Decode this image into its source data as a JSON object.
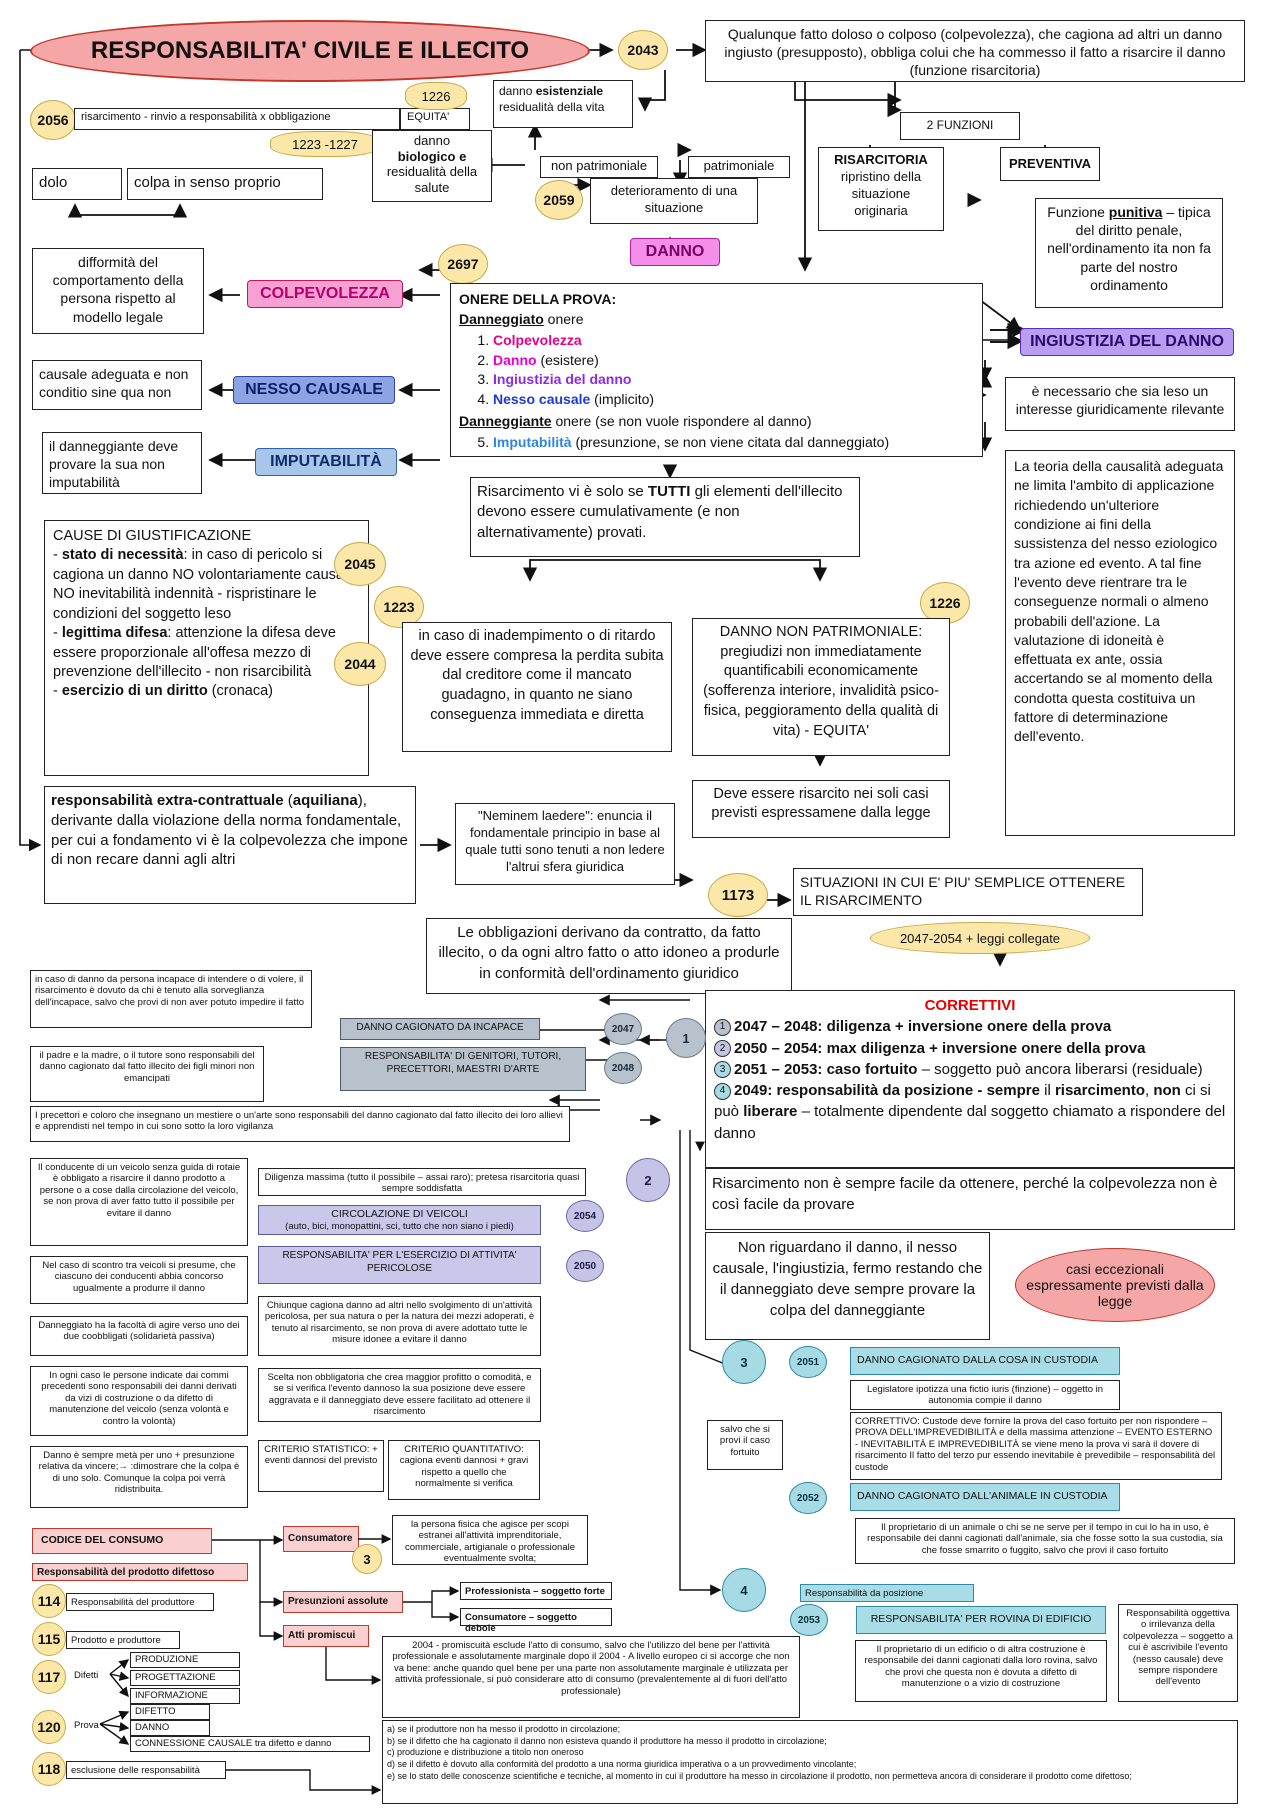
{
  "title": "RESPONSABILITA' CIVILE E ILLECITO",
  "refs": {
    "r2043": "2043",
    "r2056": "2056",
    "r1226a": "1226",
    "r1223_1227": "1223 -1227",
    "r2059": "2059",
    "r2697": "2697",
    "r2045": "2045",
    "r2044": "2044",
    "r1223": "1223",
    "r1226b": "1226",
    "r1173": "1173",
    "r2047": "2047",
    "r2048": "2048",
    "r2054": "2054",
    "r2050": "2050",
    "r2051": "2051",
    "r2052": "2052",
    "r2053": "2053",
    "n1": "1",
    "n2": "2",
    "n3": "3",
    "n4": "4",
    "n3b": "3",
    "a114": "114",
    "a115": "115",
    "a117": "117",
    "a120": "120",
    "a118": "118"
  },
  "top": {
    "def_2043": "Qualunque fatto doloso o colposo (colpevolezza), che cagiona ad altri un danno ingiusto (presupposto), obbliga colui che ha commesso il fatto a risarcire il danno (funzione risarcitoria)",
    "risarcimento_rinvio": "risarcimento - rinvio a responsabilità x obbligazione",
    "equita": "EQUITA'",
    "danno_esistenziale_pre": "danno ",
    "danno_esistenziale_b": "esistenziale",
    "danno_esistenziale_post": " residualità della vita",
    "danno_bio_pre": "danno",
    "danno_bio_b": "biologico e",
    "danno_bio_post": "residualità della salute",
    "non_patrimoniale": "non patrimoniale",
    "patrimoniale": "patrimoniale",
    "deterioramento": "deterioramento di una situazione",
    "danno_tag": "DANNO",
    "due_funzioni": "2 FUNZIONI",
    "risarcitoria_t": "RISARCITORIA",
    "risarcitoria_d": "ripristino della situazione originaria",
    "preventiva": "PREVENTIVA",
    "punitiva_pre": "Funzione ",
    "punitiva_b": "punitiva",
    "punitiva_post": " – tipica del diritto penale, nell'ordinamento ita non fa parte del nostro ordinamento",
    "dolo": "dolo",
    "colpa": "colpa in senso proprio",
    "difformita": "difformità del comportamento della persona rispetto al modello legale"
  },
  "tags": {
    "colpevolezza": "COLPEVOLEZZA",
    "nesso": "NESSO CAUSALE",
    "imputabilita": "IMPUTABILITÀ",
    "ingiustizia": "INGIUSTIZIA DEL DANNO"
  },
  "onere": {
    "title": "ONERE DELLA PROVA:",
    "danneggiato": "Danneggiato",
    "onere_word": " onere",
    "items": [
      "Colpevolezza",
      "Danno",
      "Ingiustizia del danno",
      "Nesso causale"
    ],
    "item2_suffix": " (esistere)",
    "item4_suffix": " (implicito)",
    "danneggiante": "Danneggiante",
    "danneggiante_suffix": " onere (se non vuole rispondere al danno)",
    "item5": "Imputabilità",
    "item5_suffix": " (presunzione, se non viene citata dal danneggiato)"
  },
  "mid": {
    "causale": "causale adeguata e non conditio sine qua non",
    "danneggiante_prova": "il danneggiante deve provare la sua non imputabilità",
    "tutti_pre": "Risarcimento vi è solo se ",
    "tutti_b": "TUTTI",
    "tutti_post": " gli elementi dell'illecito devono essere cumulativamente (e non alternativamente) provati.",
    "leso": "è necessario che sia leso un interesse giuridicamente rilevante",
    "causalita": "La teoria della causalità adeguata ne limita l'ambito di applicazione richiedendo un'ulteriore condizione ai fini della sussistenza del nesso eziologico tra azione ed evento. A tal fine l'evento deve rientrare tra le conseguenze normali o almeno probabili dell'azione. La valutazione di idoneità è effettuata ex ante, ossia accertando se al momento della condotta questa costituiva un fattore di determinazione dell'evento.",
    "cause_title": "CAUSE DI GIUSTIFICAZIONE",
    "stato_b": "stato di necessità",
    "stato_post": ": in caso di pericolo si cagiona un danno NO volontariamente causato NO inevitabilità indennità - rispristinare le condizioni del soggetto leso",
    "legittima_b": "legittima difesa",
    "legittima_post": ": attenzione la difesa deve essere proporzionale all'offesa mezzo di prevenzione dell'illecito - non risarcibilità",
    "esercizio_b": "esercizio di un diritto",
    "esercizio_post": " (cronaca)",
    "inadempimento": "in caso di inadempimento o di ritardo deve essere compresa la perdita subita dal creditore come il mancato guadagno, in quanto ne siano conseguenza immediata e diretta",
    "danno_np": "DANNO NON PATRIMONIALE: pregiudizi non immediatamente quantificabili economicamente (sofferenza interiore, invalidità psico-fisica, peggioramento della qualità di vita) - EQUITA'",
    "risarcito_legge": "Deve essere risarcito nei soli casi previsti espressamene dalla legge",
    "extra_b": "responsabilità extra-contrattuale",
    "extra_b2": "aquiliana",
    "extra_post": "), derivante dalla violazione della norma fondamentale, per cui a fondamento vi è la colpevolezza che impone di non recare danni agli altri",
    "neminem": "\"Neminem laedere\": enuncia il fondamentale principio in base al quale tutti sono tenuti a non ledere l'altrui sfera giuridica",
    "situazioni": "SITUAZIONI IN CUI E' PIU' SEMPLICE OTTENERE IL RISARCIMENTO",
    "obbligazioni": "Le obbligazioni derivano da contratto, da fatto illecito, o da ogni altro fatto o atto idoneo a produrle in conformità dell'ordinamento giuridico",
    "leggi": "2047-2054 + leggi collegate"
  },
  "correttivi": {
    "title": "CORRETTIVI",
    "c1_b": "2047 – 2048",
    "c1_t": ": diligenza + inversione onere della prova",
    "c2_b": "2050 – 2054",
    "c2_t": ": max diligenza + inversione onere della prova",
    "c3_b": "2051 – 2053",
    "c3_t": ": caso fortuito",
    "c3_post": " – soggetto può ancora liberarsi (residuale)",
    "c4_b": "2049",
    "c4_t": ": responsabilità da posizione - sempre",
    "c4_t2": " il ",
    "c4_t3": "risarcimento",
    "c4_t4": ", ",
    "c4_t5": "non",
    "c4_t6": " ci si può ",
    "c4_t7": "liberare",
    "c4_t8": " – totalmente dipendente dal soggetto chiamato a rispondere del danno",
    "colpevolezza_diff": "Risarcimento non è sempre facile da ottenere, perché la colpevolezza non è così facile da provare",
    "non_riguardano": "Non riguardano il danno, il nesso causale, l'ingiustizia, fermo restando che il danneggiato deve sempre provare la colpa del danneggiante",
    "casi": "casi eccezionali espressamente previsti dalla legge"
  },
  "left": {
    "incapace_desc": "in caso di danno da persona incapace di intendere o di volere, il risarcimento è dovuto da chi è tenuto alla sorveglianza dell'incapace, salvo che provi di non aver potuto impedire il fatto",
    "incapace_tag": "DANNO CAGIONATO DA INCAPACE",
    "genitori_tag": "RESPONSABILITA' DI GENITORI, TUTORI, PRECETTORI, MAESTRI D'ARTE",
    "padre": "il padre e la madre, o il tutore sono responsabili del danno cagionato dal fatto illecito dei figli minori non emancipati",
    "precettori": "I precettori e coloro che insegnano un mestiere o un'arte sono responsabili del danno cagionato dal fatto illecito dei loro allievi e apprendisti nel tempo in cui sono sotto la loro vigilanza",
    "conducente": "Il conducente di un veicolo senza guida di rotaie è obbligato a risarcire il danno prodotto a persone o a cose dalla circolazione del veicolo, se non prova di aver fatto tutto il possibile per evitare il danno",
    "diligenza": "Diligenza massima (tutto il possibile – assai raro); pretesa risarcitoria quasi sempre soddisfatta",
    "circolazione_t": "CIRCOLAZIONE DI VEICOLI",
    "circolazione_d": "(auto, bici, monopattini, sci, tutto che non siano i piedi)",
    "attivita_tag": "RESPONSABILITA' PER L'ESERCIZIO DI ATTIVITA' PERICOLOSE",
    "scontro": "Nel caso di scontro tra veicoli si presume, che ciascuno dei conducenti abbia concorso ugualmente a produrre il danno",
    "chiunque": "Chiunque cagiona danno ad altri nello svolgimento di un'attività pericolosa, per sua natura o per la natura dei mezzi adoperati, è tenuto al risarcimento, se non prova di avere adottato tutte le misure idonee a evitare il danno",
    "danneggiato_agire": "Danneggiato ha la facoltà di agire verso uno dei due coobbligati (solidarietà passiva)",
    "ogni_caso": "In ogni caso le persone indicate dai commi precedenti sono responsabili dei danni derivati da vizi di costruzione o da difetto di manutenzione del veicolo (senza volontà e contro la volontà)",
    "scelta": "Scelta non obbligatoria che crea maggior profitto o comodità, e se si verifica l'evento dannoso la sua posizione deve essere aggravata e il danneggiato deve essere facilitato ad ottenere il risarcimento",
    "meta": "Danno è sempre metà per uno + presunzione relativa da vincere;→ :dimostrare che la colpa è di uno solo. Comunque la colpa poi verrà ridistribuita.",
    "statistico": "CRITERIO STATISTICO: + eventi dannosi del previsto",
    "quantitativo": "CRITERIO QUANTITATIVO: cagiona eventi dannosi + gravi rispetto a quello che normalmente si verifica"
  },
  "right": {
    "cosa_tag": "DANNO CAGIONATO DALLA COSA IN CUSTODIA",
    "fictio": "Legislatore ipotizza una fictio iuris (finzione) – oggetto in autonomia compie il danno",
    "correttivo": "CORRETTIVO: Custode deve fornire la prova del caso fortuito per non rispondere – PROVA DELL'IMPREVEDIBILITÀ e della massima attenzione – EVENTO ESTERNO - INEVITABILITÀ E IMPREVEDIBILITÀ se viene meno la prova vi sarà il dovere di risarcimento Il fatto del terzo pur essendo inevitabile è prevedibile – responsabilità del custode",
    "salvo": "salvo che si provi il caso fortuito",
    "animale_tag": "DANNO CAGIONATO DALL'ANIMALE IN CUSTODIA",
    "animale_desc": "Il proprietario di un animale o chi se ne serve per il tempo in cui lo ha in uso, è responsabile dei danni cagionati dall'animale, sia che fosse sotto la sua custodia, sia che fosse smarrito o fuggito, salvo che provi il caso fortuito",
    "posizione_tag": "Responsabilità da posizione",
    "rovina_tag": "RESPONSABILITA' PER ROVINA DI EDIFICIO",
    "rovina_desc": "Il proprietario di un edificio o di altra costruzione è responsabile dei danni cagionati dalla loro rovina, salvo che provi che questa non è dovuta a difetto di manutenzione o a vizio di costruzione",
    "oggettiva": "Responsabilità oggettiva o irrilevanza della colpevolezza – soggetto a cui è ascrivibile l'evento (nesso causale) deve sempre rispondere dell'evento"
  },
  "consumo": {
    "codice": "CODICE DEL CONSUMO",
    "prodotto": "Responsabilità del prodotto difettoso",
    "consumatore": "Consumatore",
    "persona_fisica": "la persona fisica che agisce per scopi estranei all'attività imprenditoriale, commerciale, artigianale o professionale eventualmente svolta;",
    "presunzioni": "Presunzioni assolute",
    "atti": "Atti promiscui",
    "professionista": "Professionista – soggetto forte",
    "cons_debole": "Consumatore – soggetto debole",
    "produttore": "Responsabilità del produttore",
    "prod_prod": "Prodotto e produttore",
    "difetti": "Difetti",
    "produzione": "PRODUZIONE",
    "progettazione": "PROGETTAZIONE",
    "informazione": "INFORMAZIONE",
    "prova": "Prova",
    "difetto": "DIFETTO",
    "danno": "DANNO",
    "connessione": "CONNESSIONE CAUSALE tra difetto e danno",
    "esclusione": "esclusione delle responsabilità",
    "promiscuita": "2004 - promiscuità esclude l'atto di consumo, salvo che l'utilizzo del bene per l'attività professionale e assolutamente marginale dopo il 2004 - A livello europeo ci si accorge che non va bene: anche quando quel bene per una parte non assolutamente marginale è utilizzata per attività professionale, si può considerare atto di consumo (prevalentemente al di fuori dell'atto professionale)",
    "esclusioni": [
      "a) se il produttore non ha messo il prodotto in circolazione;",
      "b) se il difetto che ha cagionato il danno non esisteva quando il produttore ha messo il prodotto in circolazione;",
      "c) produzione e distribuzione a titolo non oneroso",
      "d) se il difetto è dovuto alla conformità del prodotto a una norma giuridica imperativa o a un provvedimento vincolante;",
      "e) se lo stato delle conoscenze scientifiche e tecniche, al momento in cui il produttore ha messo in circolazione il prodotto, non permetteva ancora di considerare il prodotto come difettoso;"
    ]
  }
}
